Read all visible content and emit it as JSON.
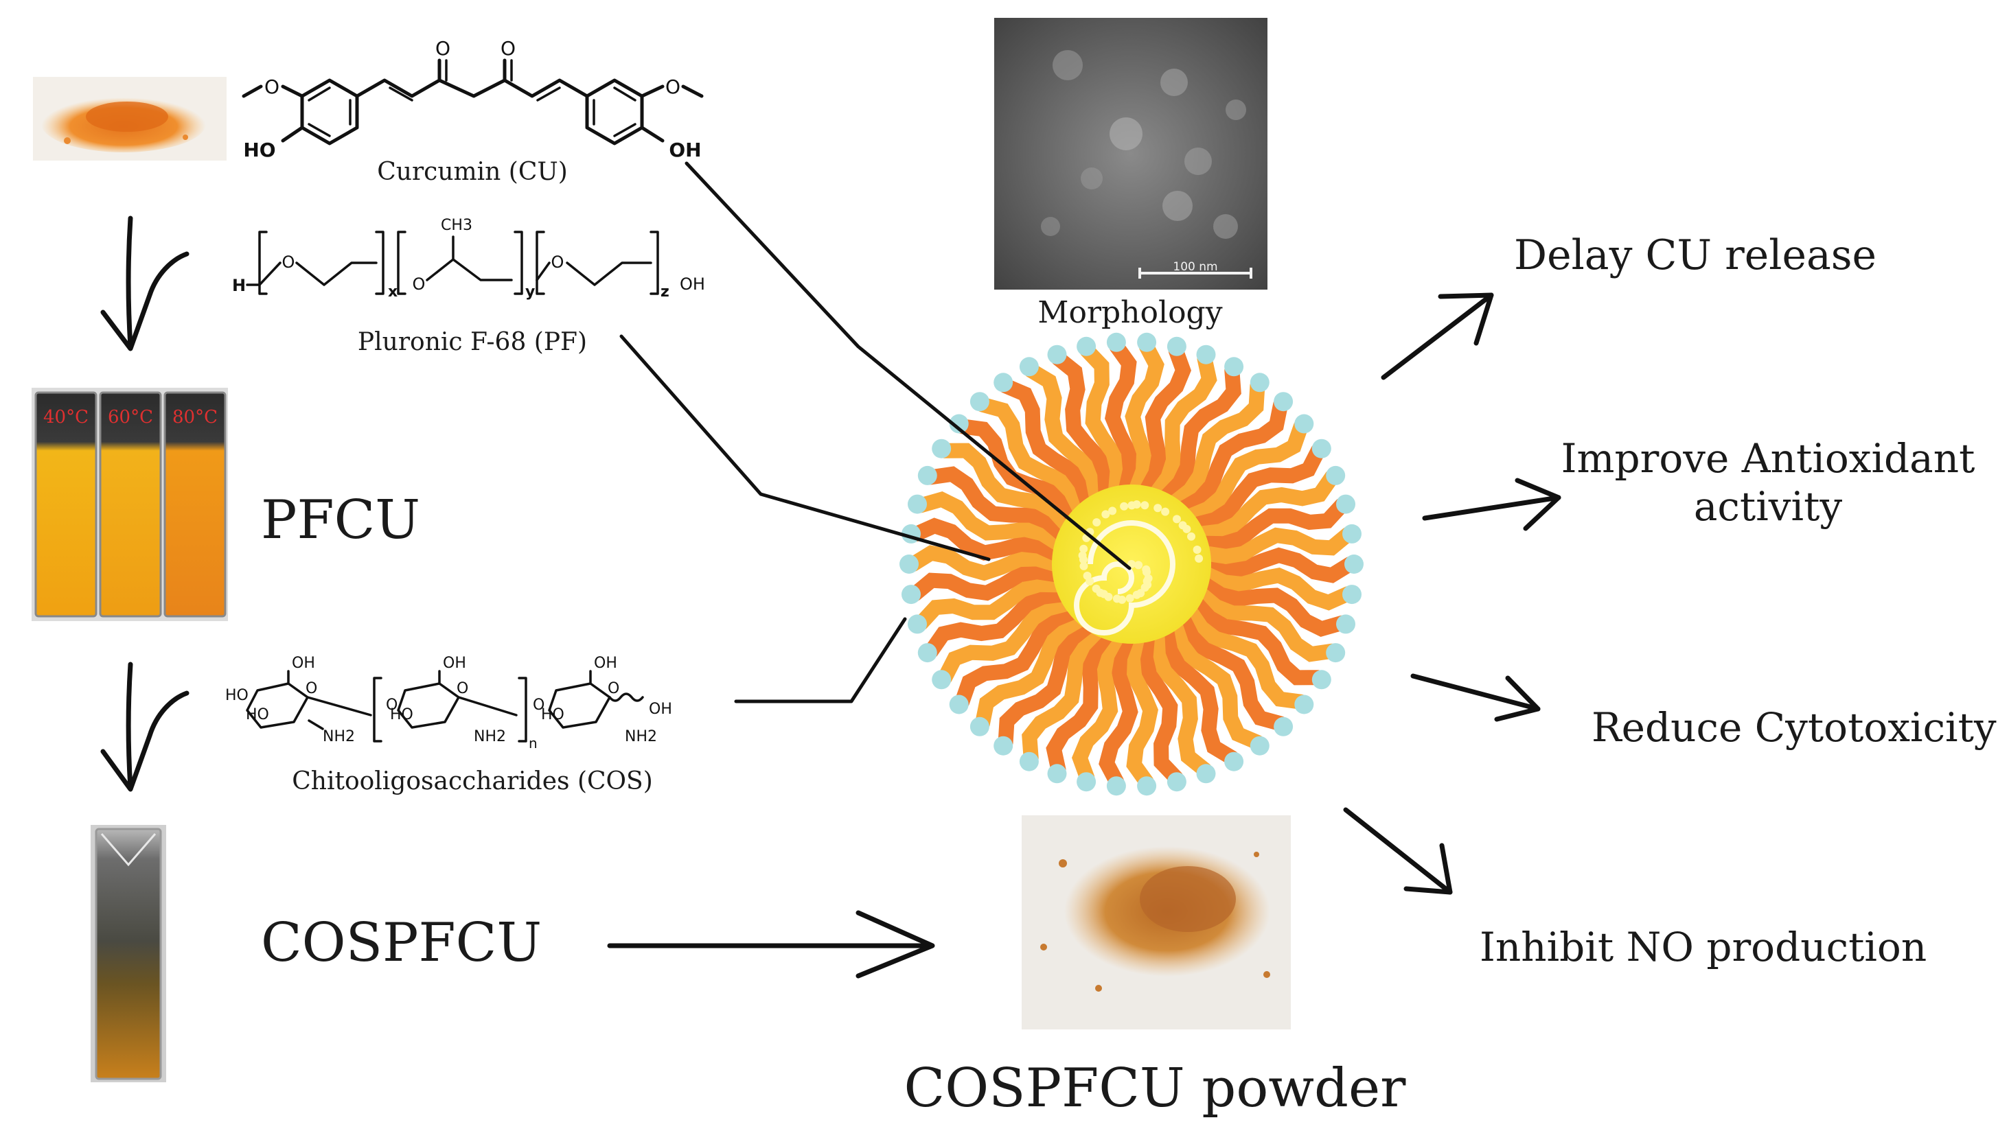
{
  "labels": {
    "curcumin": "Curcumin (CU)",
    "pluronic": "Pluronic F-68 (PF)",
    "cos": "Chitooligosaccharides (COS)",
    "pfcu": "PFCU",
    "cospfcu": "COSPFCU",
    "morphology": "Morphology",
    "powder": "COSPFCU powder",
    "scale_bar": "100 nm"
  },
  "outcomes": {
    "delay": "Delay CU release",
    "antioxidant_1": "Improve Antioxidant",
    "antioxidant_2": "activity",
    "cytotoxicity": "Reduce Cytotoxicity",
    "no_production": "Inhibit NO production"
  },
  "cuvettes": {
    "t1": "40°C",
    "t2": "60°C",
    "t3": "80°C"
  },
  "chem": {
    "oh": "OH",
    "ho": "HO",
    "o": "O",
    "ch3": "CH3",
    "h": "H",
    "x": "x",
    "y": "y",
    "z": "z",
    "nh2": "NH2",
    "n": "n"
  },
  "colors": {
    "micelle_orange_dark": "#f07a2c",
    "micelle_orange_light": "#f8a634",
    "micelle_core": "#f6ee3a",
    "micelle_tip": "#a9dde0",
    "temp_label": "#e03030",
    "curcumin_powder": "#ee8a2a",
    "cospfcu_powder": "#c77a30"
  }
}
